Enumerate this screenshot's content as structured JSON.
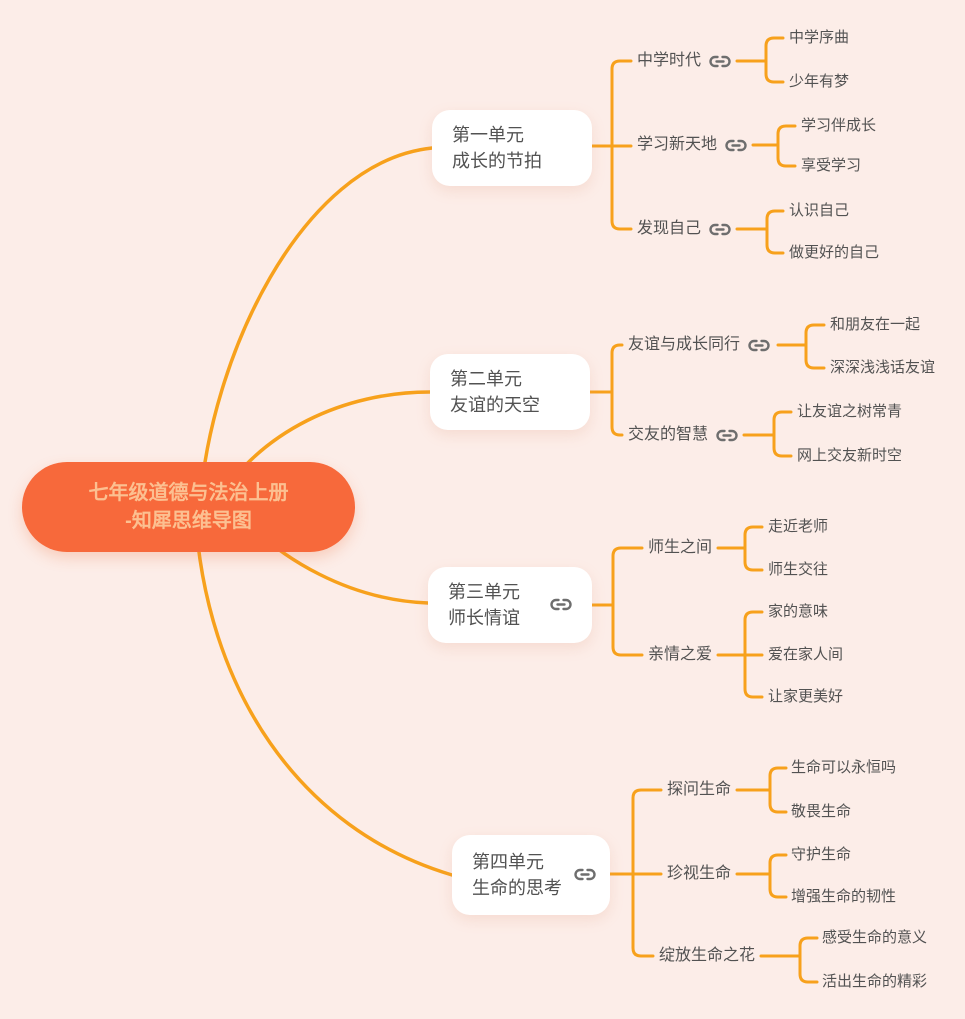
{
  "colors": {
    "background": "#fcede8",
    "branch_line": "#f7a11c",
    "root_bg": "#f7693b",
    "root_text": "#fcc091",
    "node_bg": "#ffffff",
    "node_text": "#525252",
    "link_icon": "#6e6e6e"
  },
  "root": {
    "label_line1": "七年级道德与法治上册",
    "label_line2": "-知犀思维导图"
  },
  "units": [
    {
      "title_line1": "第一单元",
      "title_line2": "成长的节拍",
      "has_link": false,
      "branches": [
        {
          "label": "中学时代",
          "has_link": true,
          "leaves": [
            "中学序曲",
            "少年有梦"
          ]
        },
        {
          "label": "学习新天地",
          "has_link": true,
          "leaves": [
            "学习伴成长",
            "享受学习"
          ]
        },
        {
          "label": "发现自己",
          "has_link": true,
          "leaves": [
            "认识自己",
            "做更好的自己"
          ]
        }
      ]
    },
    {
      "title_line1": "第二单元",
      "title_line2": "友谊的天空",
      "has_link": false,
      "branches": [
        {
          "label": "友谊与成长同行",
          "has_link": true,
          "leaves": [
            "和朋友在一起",
            "深深浅浅话友谊"
          ]
        },
        {
          "label": "交友的智慧",
          "has_link": true,
          "leaves": [
            "让友谊之树常青",
            "网上交友新时空"
          ]
        }
      ]
    },
    {
      "title_line1": "第三单元",
      "title_line2": "师长情谊",
      "has_link": true,
      "branches": [
        {
          "label": "师生之间",
          "has_link": false,
          "leaves": [
            "走近老师",
            "师生交往"
          ]
        },
        {
          "label": "亲情之爱",
          "has_link": false,
          "leaves": [
            "家的意味",
            "爱在家人间",
            "让家更美好"
          ]
        }
      ]
    },
    {
      "title_line1": "第四单元",
      "title_line2": "生命的思考",
      "has_link": true,
      "branches": [
        {
          "label": "探问生命",
          "has_link": false,
          "leaves": [
            "生命可以永恒吗",
            "敬畏生命"
          ]
        },
        {
          "label": "珍视生命",
          "has_link": false,
          "leaves": [
            "守护生命",
            "增强生命的韧性"
          ]
        },
        {
          "label": "绽放生命之花",
          "has_link": false,
          "leaves": [
            "感受生命的意义",
            "活出生命的精彩"
          ]
        }
      ]
    }
  ]
}
